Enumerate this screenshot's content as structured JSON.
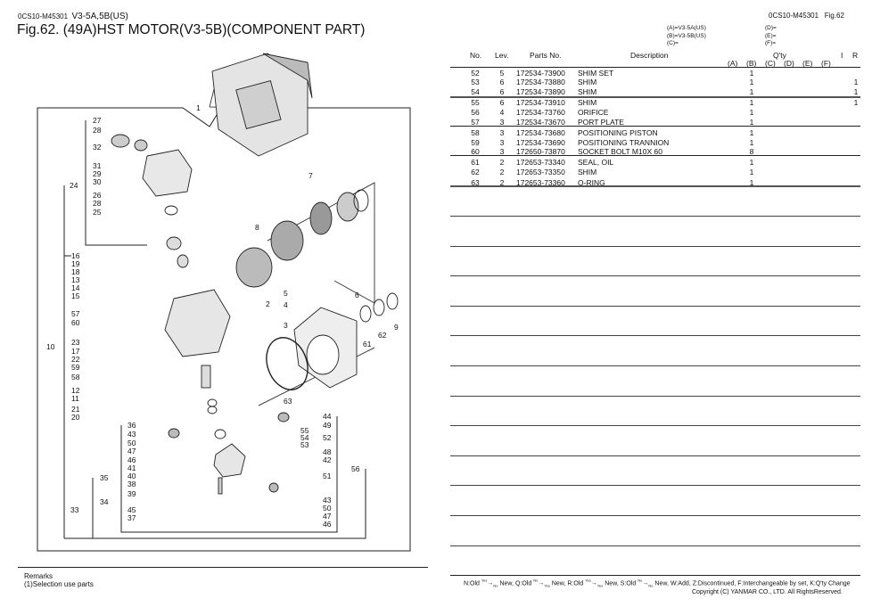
{
  "left_header": {
    "code": "0CS10-M45301",
    "model": "V3-5A,5B(US)",
    "title": "Fig.62.  (49A)HST MOTOR(V3-5B)(COMPONENT PART)"
  },
  "right_header": {
    "code": "0CS10-M45301",
    "fig": "Fig.62"
  },
  "variants": {
    "A": "(A)=V3-5A(US)",
    "B": "(B)=V3-5B(US)",
    "C": "(C)=",
    "D": "(D)=",
    "E": "(E)=",
    "F": "(F)="
  },
  "table_headers": {
    "no": "No.",
    "lev": "Lev.",
    "parts_no": "Parts No.",
    "description": "Description",
    "qty": "Q'ty",
    "a": "(A)",
    "b": "(B)",
    "c": "(C)",
    "d": "(D)",
    "e": "(E)",
    "f": "(F)",
    "i": "I",
    "r": "R"
  },
  "rows": [
    {
      "no": "52",
      "lev": "5",
      "part": "172534-73900",
      "desc": "SHIM SET",
      "b": "1",
      "r": ""
    },
    {
      "no": "53",
      "lev": "6",
      "part": "172534-73880",
      "desc": "SHIM",
      "b": "1",
      "r": "1"
    },
    {
      "no": "54",
      "lev": "6",
      "part": "172534-73890",
      "desc": "SHIM",
      "b": "1",
      "r": "1"
    },
    {
      "no": "55",
      "lev": "6",
      "part": "172534-73910",
      "desc": "SHIM",
      "b": "1",
      "r": "1"
    },
    {
      "no": "56",
      "lev": "4",
      "part": "172534-73760",
      "desc": "ORIFICE",
      "b": "1",
      "r": ""
    },
    {
      "no": "57",
      "lev": "3",
      "part": "172534-73670",
      "desc": "PORT PLATE",
      "b": "1",
      "r": ""
    },
    {
      "no": "58",
      "lev": "3",
      "part": "172534-73680",
      "desc": "POSITIONING PISTON",
      "b": "1",
      "r": ""
    },
    {
      "no": "59",
      "lev": "3",
      "part": "172534-73690",
      "desc": "POSITIONING TRANNION",
      "b": "1",
      "r": ""
    },
    {
      "no": "60",
      "lev": "3",
      "part": "172650-73870",
      "desc": "SOCKET BOLT M10X 60",
      "b": "8",
      "r": ""
    },
    {
      "no": "61",
      "lev": "2",
      "part": "172653-73340",
      "desc": "SEAL, OIL",
      "b": "1",
      "r": ""
    },
    {
      "no": "62",
      "lev": "2",
      "part": "172653-73350",
      "desc": "SHIM",
      "b": "1",
      "r": ""
    },
    {
      "no": "63",
      "lev": "2",
      "part": "172653-73360",
      "desc": "O-RING",
      "b": "1",
      "r": ""
    }
  ],
  "callouts": [
    "1",
    "7",
    "8",
    "2",
    "3",
    "4",
    "5",
    "6",
    "61",
    "62",
    "9",
    "63",
    "24",
    "27",
    "28",
    "32",
    "31",
    "29",
    "30",
    "26",
    "28",
    "25",
    "10",
    "16",
    "19",
    "18",
    "13",
    "14",
    "15",
    "57",
    "60",
    "23",
    "17",
    "22",
    "59",
    "58",
    "12",
    "11",
    "21",
    "20",
    "33",
    "34",
    "35",
    "36",
    "43",
    "50",
    "47",
    "46",
    "41",
    "40",
    "38",
    "39",
    "45",
    "37",
    "44",
    "49",
    "55",
    "54",
    "53",
    "52",
    "48",
    "42",
    "51",
    "56",
    "43",
    "50",
    "47",
    "46"
  ],
  "remarks": {
    "title": "Remarks",
    "item": "(1)Selection use parts"
  },
  "legend": {
    "n": "N:Old",
    "q": "Q:Old",
    "r": "R:Old",
    "s": "S:Old",
    "new": "New,",
    "yes": "Yes",
    "no": "No",
    "tail": "W:Add, Z:Discontinued, F:Interchangeable by set, K:Q'ty Change"
  },
  "copyright": "Copyright (C)  YANMAR CO., LTD. All RightsReserved."
}
